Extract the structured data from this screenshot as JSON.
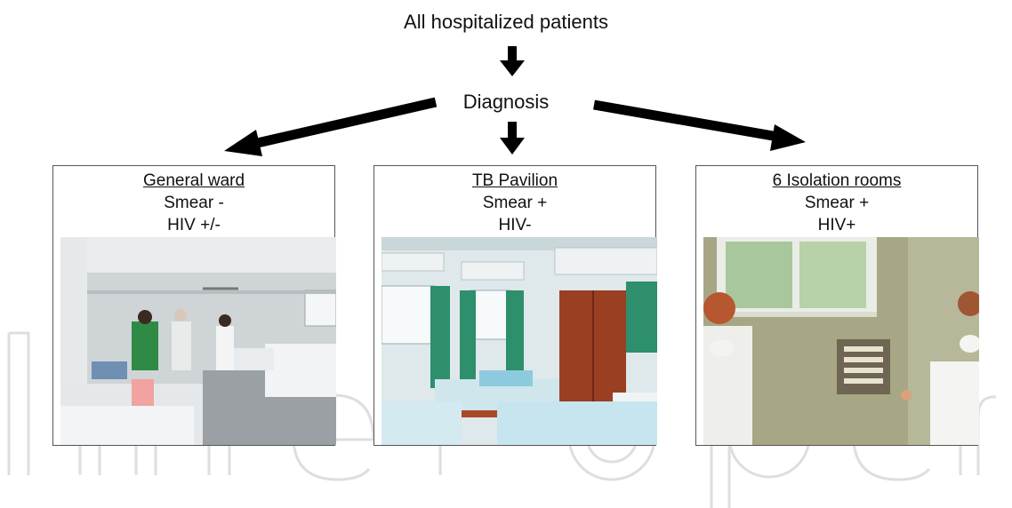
{
  "top_node": "All hospitalized patients",
  "middle_node": "Diagnosis",
  "wards": [
    {
      "title": "General ward",
      "line1": "Smear -",
      "line2": "HIV +/-",
      "photo": "general-ward-photo"
    },
    {
      "title": "TB Pavilion",
      "line1": "Smear +",
      "line2": "HIV-",
      "photo": "tb-pavilion-photo"
    },
    {
      "title": "6 Isolation rooms",
      "line1": "Smear +",
      "line2": "HIV+",
      "photo": "isolation-room-photo"
    }
  ],
  "colors": {
    "arrow": "#000000",
    "box_border": "#555555",
    "watermark": "#d9d9d9"
  }
}
